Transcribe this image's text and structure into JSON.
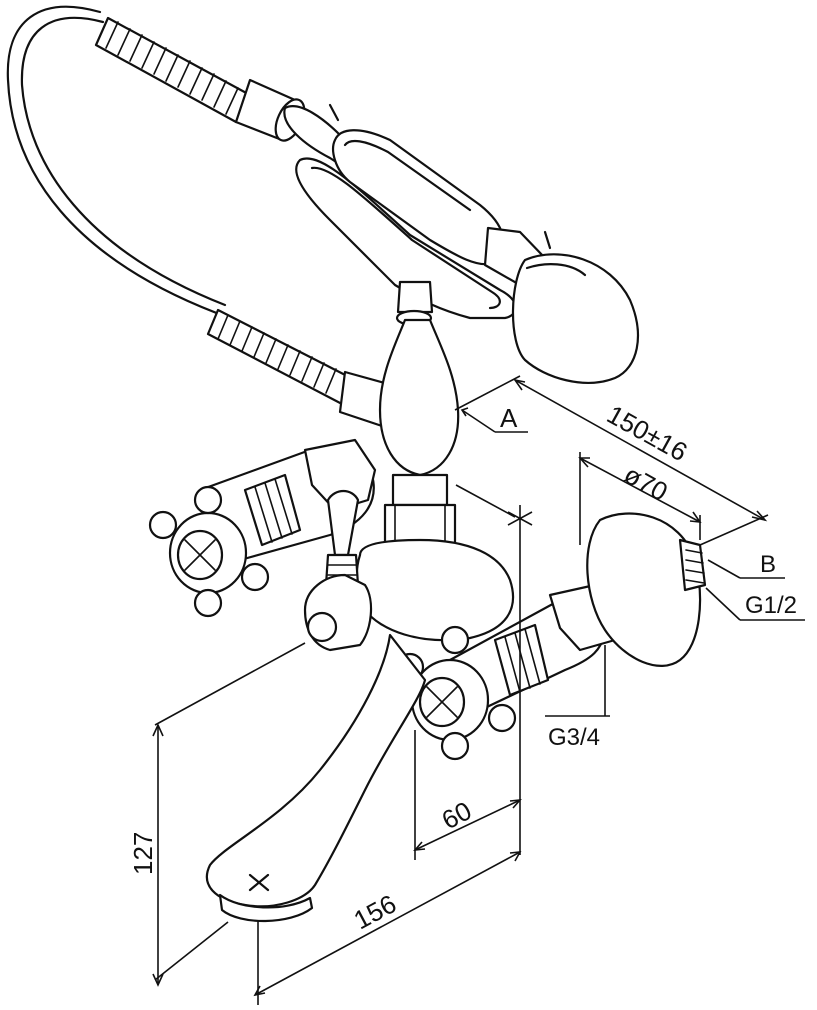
{
  "labels": {
    "point_a": "A",
    "point_b": "B",
    "thread_g12": "G1/2",
    "thread_g34": "G3/4"
  },
  "dimensions": {
    "distance": "150±16",
    "rosette_diameter": "ø70",
    "spout_offset": "60",
    "spout_reach": "156",
    "height": "127"
  },
  "colors": {
    "stroke": "#111111",
    "background": "#ffffff"
  }
}
